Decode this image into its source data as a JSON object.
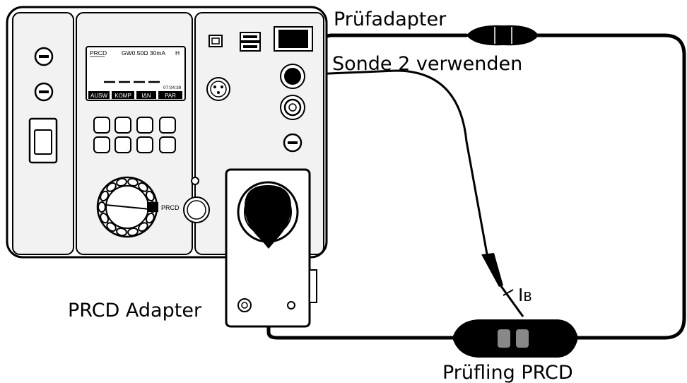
{
  "labels": {
    "test_adapter": "Prüfadapter",
    "use_probe": "Sonde 2 verwenden",
    "prcd_adapter": "PRCD Adapter",
    "device_under_test": "Prüfling PRCD",
    "current_label": "I",
    "current_subscript": "B"
  },
  "display": {
    "mode": "PRCD",
    "limit": "GW0.50Ω 30mA",
    "indicator": "H",
    "time": "07:04:39",
    "softkeys": [
      "AUSW",
      "KOMP",
      "IΔN",
      "PAR"
    ]
  },
  "selector": {
    "position_label": "PRCD"
  }
}
